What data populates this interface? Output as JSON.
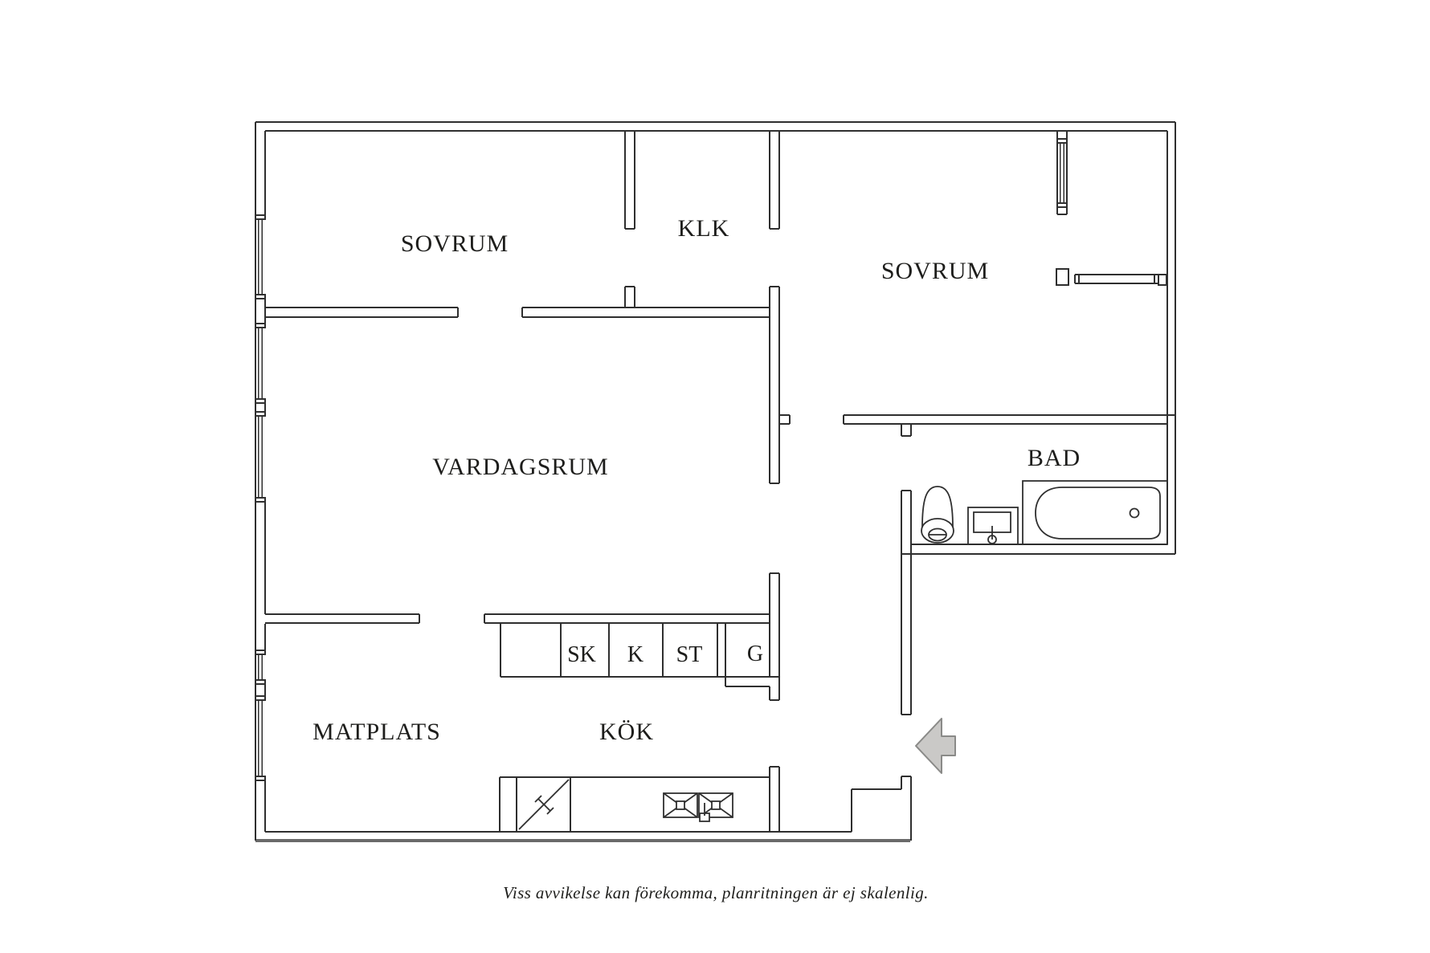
{
  "plan": {
    "rooms": {
      "bedroom_left": "SOVRUM",
      "closet_walkin": "KLK",
      "bedroom_right": "SOVRUM",
      "living_room": "VARDAGSRUM",
      "bathroom": "BAD",
      "dining": "MATPLATS",
      "kitchen": "KÖK"
    },
    "cabinets": {
      "sk": "SK",
      "k": "K",
      "st": "ST",
      "g": "G"
    },
    "caption": "Viss avvikelse kan förekomma, planritningen är ej skalenlig.",
    "icons": [
      "entrance-arrow-icon",
      "toilet-icon",
      "washbasin-icon",
      "bathtub-icon",
      "counter-appliance-icon",
      "double-sink-icon",
      "window-icon"
    ],
    "colors": {
      "wall": "#2f2f2f",
      "text": "#1d1d1b",
      "baseline": "#6a6a6a",
      "arrow_fill": "#cac9c7",
      "arrow_stroke": "#8a8a88",
      "background": "#ffffff"
    }
  }
}
